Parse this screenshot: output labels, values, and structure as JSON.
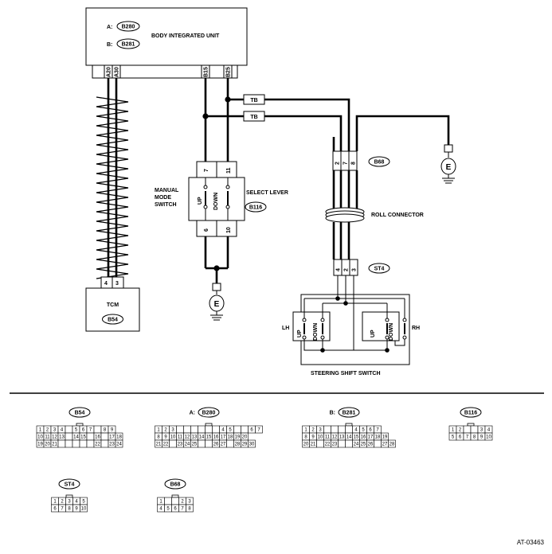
{
  "labels": {
    "body_integrated_unit": "BODY INTEGRATED UNIT",
    "conn_a_prefix": "A:",
    "conn_b_prefix": "B:",
    "manual_mode_switch": [
      "MANUAL",
      "MODE",
      "SWITCH"
    ],
    "select_lever": "SELECT LEVER",
    "roll_connector": "ROLL CONNECTOR",
    "tcm": "TCM",
    "steering_shift_switch": "STEERING SHIFT SWITCH",
    "up": "UP",
    "down": "DOWN",
    "lh": "LH",
    "rh": "RH",
    "tb": "TB",
    "ground": "E",
    "figure_id": "AT-03463"
  },
  "badges": {
    "b280": "B280",
    "b281": "B281",
    "b116": "B116",
    "b68": "B68",
    "st4": "ST4",
    "b54": "B54"
  },
  "pins": {
    "unit": [
      "A20",
      "A30",
      "B15",
      "B25"
    ],
    "select_top": [
      "7",
      "11"
    ],
    "select_bottom": [
      "6",
      "10"
    ],
    "b68": [
      "2",
      "7",
      "8"
    ],
    "st4": [
      "4",
      "2",
      "3"
    ],
    "tcm": [
      "4",
      "3"
    ]
  },
  "connectors": [
    {
      "name": "B54",
      "prefix": "",
      "rows": [
        [
          "1",
          "2",
          "3",
          "4",
          "",
          "5",
          "6",
          "7",
          "",
          "8",
          "9"
        ],
        [
          "10",
          "11",
          "12",
          "13",
          "",
          "14",
          "15",
          "",
          "16",
          "",
          "17",
          "18"
        ],
        [
          "19",
          "20",
          "21",
          "",
          "",
          "",
          "",
          "",
          "22",
          "",
          "23",
          "24"
        ]
      ]
    },
    {
      "name": "B280",
      "prefix": "A:",
      "rows": [
        [
          "1",
          "2",
          "3",
          "",
          "",
          "",
          "",
          "",
          "",
          "4",
          "5",
          "",
          "",
          "6",
          "7"
        ],
        [
          "8",
          "9",
          "10",
          "11",
          "12",
          "13",
          "14",
          "15",
          "16",
          "17",
          "18",
          "19",
          "20"
        ],
        [
          "21",
          "22",
          "",
          "23",
          "24",
          "25",
          "",
          "",
          "26",
          "27",
          "",
          "28",
          "29",
          "30"
        ]
      ]
    },
    {
      "name": "B281",
      "prefix": "B:",
      "rows": [
        [
          "1",
          "2",
          "3",
          "",
          "",
          "",
          "",
          "4",
          "5",
          "6",
          "7"
        ],
        [
          "8",
          "9",
          "10",
          "11",
          "12",
          "13",
          "14",
          "15",
          "16",
          "17",
          "18",
          "19"
        ],
        [
          "20",
          "21",
          "",
          "22",
          "23",
          "",
          "",
          "24",
          "25",
          "26",
          "",
          "27",
          "28"
        ]
      ]
    },
    {
      "name": "B116",
      "prefix": "",
      "rows": [
        [
          "1",
          "2",
          "",
          "",
          "3",
          "4"
        ],
        [
          "5",
          "6",
          "7",
          "8",
          "9",
          "10"
        ]
      ]
    },
    {
      "name": "ST4",
      "prefix": "",
      "rows": [
        [
          "1",
          "2",
          "3",
          "4",
          "5"
        ],
        [
          "6",
          "7",
          "8",
          "9",
          "10"
        ]
      ]
    },
    {
      "name": "B68",
      "prefix": "",
      "rows": [
        [
          "1",
          "",
          "",
          "2",
          "3"
        ],
        [
          "4",
          "5",
          "6",
          "7",
          "8"
        ]
      ]
    }
  ]
}
